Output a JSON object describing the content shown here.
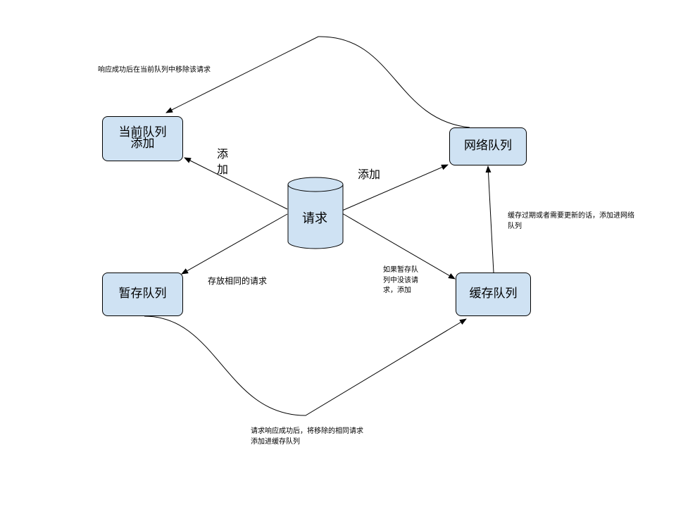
{
  "nodes": {
    "current_queue": "当前队列",
    "current_queue_sub": "添加",
    "network_queue": "网络队列",
    "temp_queue": "暂存队列",
    "cache_queue": "缓存队列",
    "request": "请求"
  },
  "labels": {
    "remove_after_success": "响应成功后在当前队列中移除该请求",
    "add_left_line1": "添",
    "add_left_line2": "加",
    "add_right": "添加",
    "store_same": "存放相同的请求",
    "if_temp_line1": "如果暂存队",
    "if_temp_line2": "列中没该请",
    "if_temp_line3": "求，添加",
    "cache_expired_line1": "缓存过期或者需要更新的话，添加进网络",
    "cache_expired_line2": "队列",
    "after_success_line1": "请求响应成功后，将移除的相同请求",
    "after_success_line2": "添加进缓存队列"
  },
  "colors": {
    "node_fill": "#cfe2f3",
    "stroke": "#000000"
  }
}
